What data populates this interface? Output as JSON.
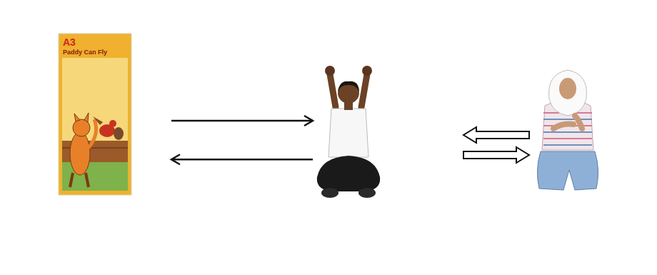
{
  "diagram": {
    "nodes": [
      {
        "text": []
      },
      {
        "text": [],
        "in": 0
      },
      {
        "text": [
          "A3",
          "Paddy Can Fly"
        ],
        "in": 1
      },
      {
        "text": [],
        "in": 1
      },
      {
        "text": [],
        "in": 0
      }
    ],
    "edges": [
      {
        "from": 2,
        "to": 3,
        "arrow": "to"
      },
      {
        "from": 3,
        "to": 2,
        "arrow": "to"
      },
      {
        "from": 4,
        "to": 1,
        "arrow": "to"
      },
      {
        "from": 1,
        "to": 4,
        "arrow": "to"
      }
    ]
  }
}
